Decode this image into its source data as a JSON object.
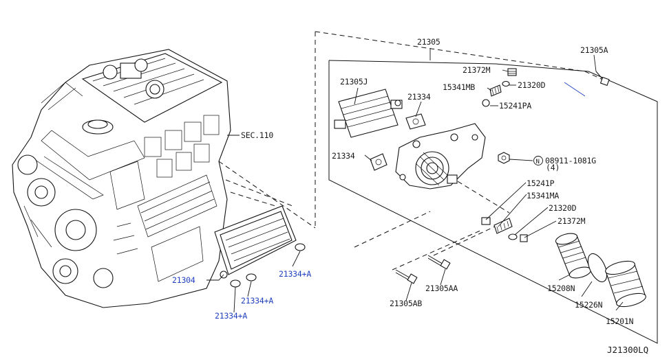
{
  "diagram_ref": "J21300LQ",
  "section_ref": "SEC.110",
  "labels": {
    "p21305": "21305",
    "p21305A": "21305A",
    "p21372M_top": "21372M",
    "p21320D_top": "21320D",
    "p15341MB": "15341MB",
    "p15241PA": "15241PA",
    "p21305J": "21305J",
    "p21334_a": "21334",
    "p21334_b": "21334",
    "p08911": "08911-1081G",
    "p08911_qty": "(4)",
    "p08911_prefix": "N",
    "p15241P": "15241P",
    "p15341MA": "15341MA",
    "p21320D_bot": "21320D",
    "p21372M_bot": "21372M",
    "p21304": "21304",
    "p21334A_1": "21334+A",
    "p21334A_2": "21334+A",
    "p21334A_3": "21334+A",
    "p21305AA": "21305AA",
    "p21305AB": "21305AB",
    "p15208N": "15208N",
    "p15226N": "15226N",
    "p15201N": "15201N"
  }
}
